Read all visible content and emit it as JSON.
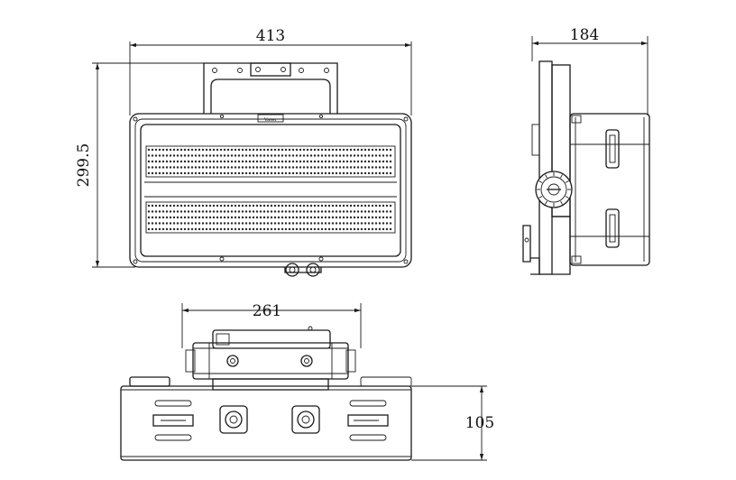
{
  "dimensions": {
    "front_width": "413",
    "front_height": "299.5",
    "side_depth": "184",
    "bottom_width": "261",
    "bottom_height": "105"
  },
  "label_text": "Vaser"
}
